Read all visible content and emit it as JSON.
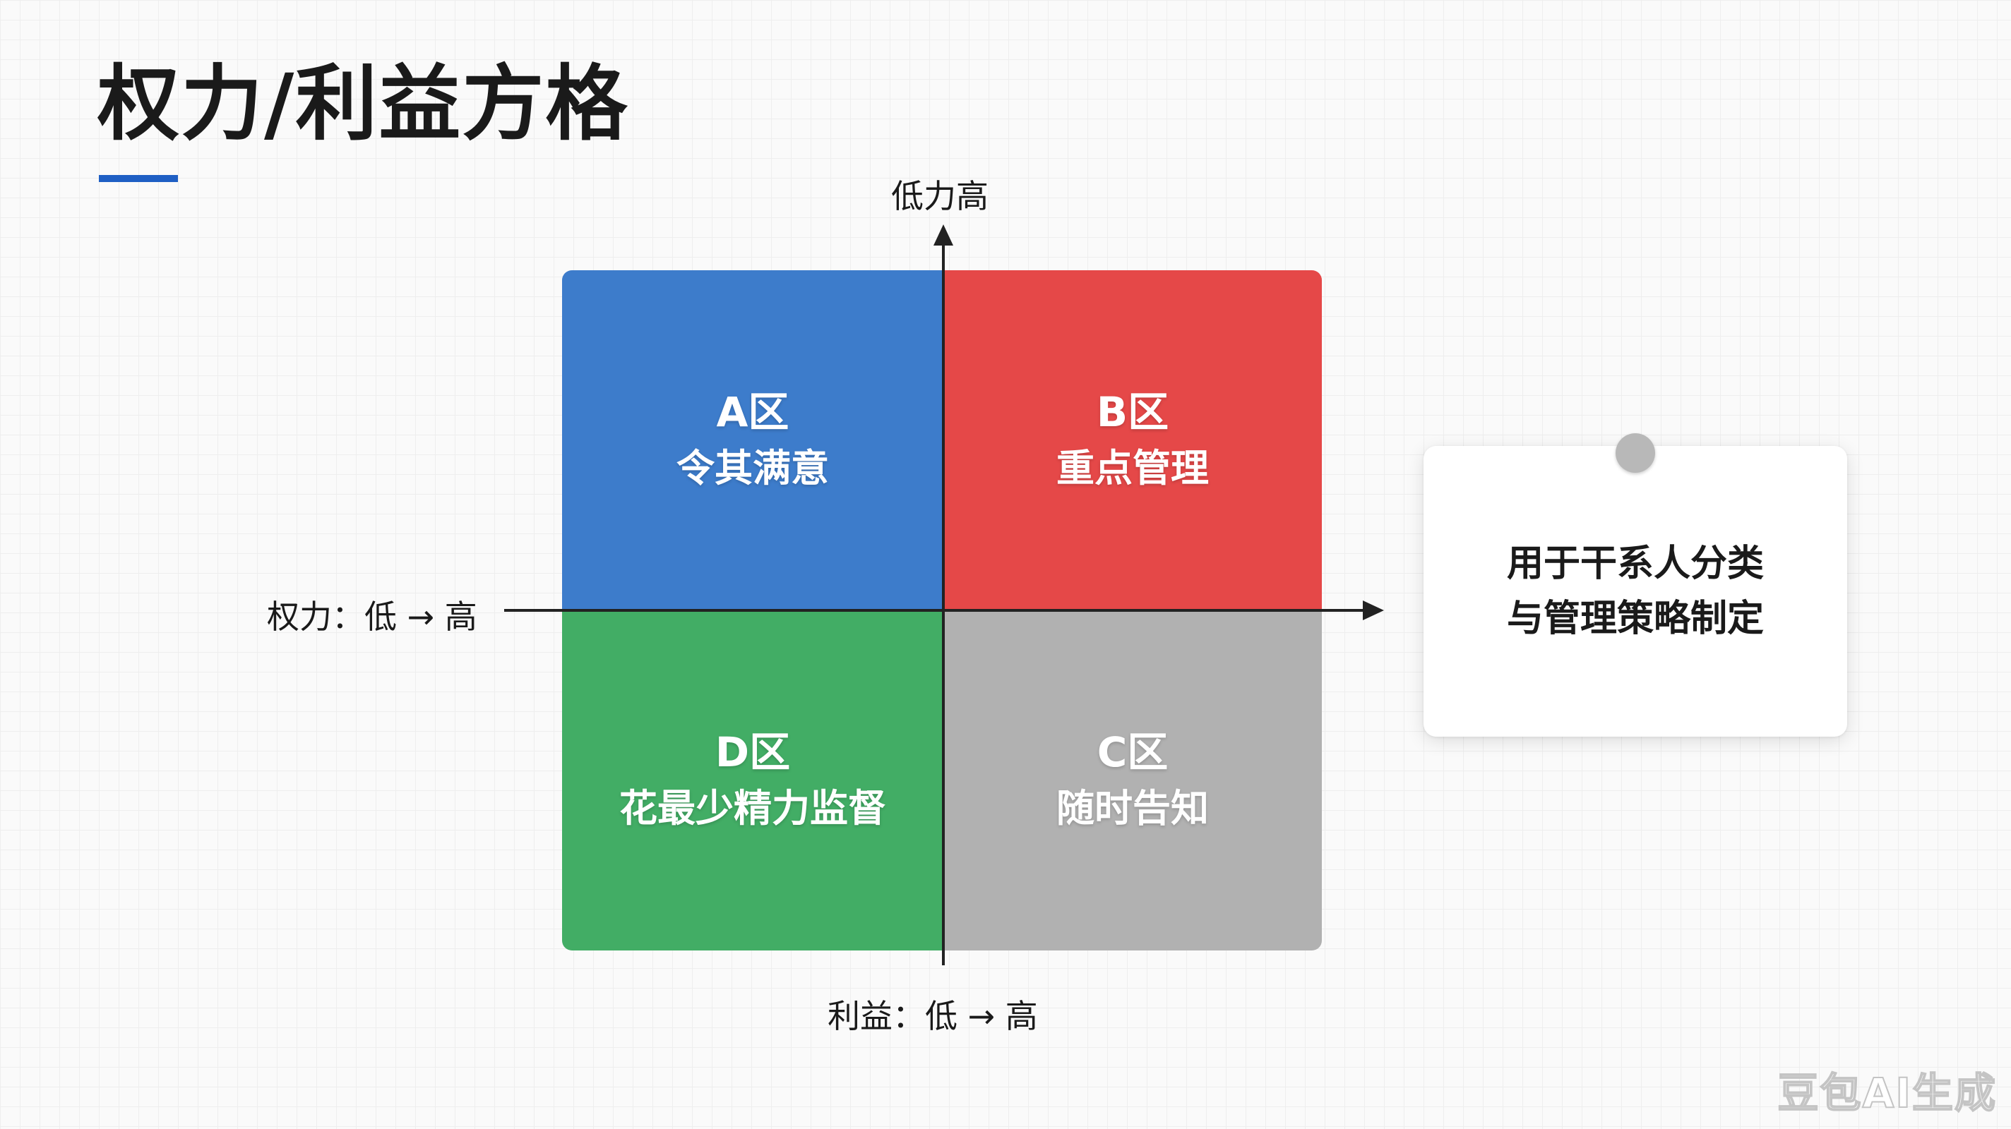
{
  "title": "权力/利益方格",
  "colors": {
    "accent_underline": "#1f5fc4",
    "quadrant_a": "#3d7ccb",
    "quadrant_b": "#e54848",
    "quadrant_c": "#b1b1b1",
    "quadrant_d": "#42ad65"
  },
  "axes": {
    "vertical_label": "低力高",
    "horizontal_left_label": "权力：低 → 高",
    "bottom_label": "利益：低 → 高"
  },
  "quadrants": {
    "a": {
      "name": "A区",
      "strategy": "令其满意"
    },
    "b": {
      "name": "B区",
      "strategy": "重点管理"
    },
    "c": {
      "name": "C区",
      "strategy": "随时告知"
    },
    "d": {
      "name": "D区",
      "strategy": "花最少精力监督"
    }
  },
  "note": {
    "line1": "用于干系人分类",
    "line2": "与管理策略制定"
  },
  "watermark": "豆包AI生成"
}
